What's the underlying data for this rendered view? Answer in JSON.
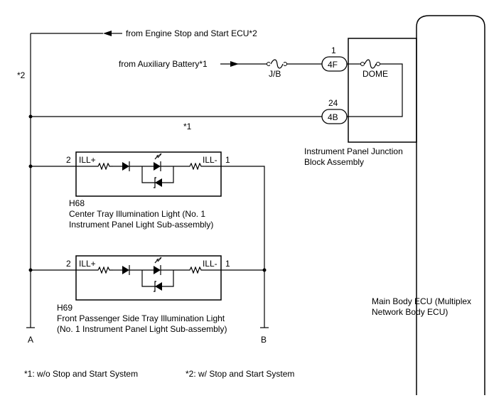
{
  "diagram": {
    "sources": {
      "engine_ecu": "from Engine Stop and Start ECU*2",
      "aux_battery": "from Auxiliary Battery*1"
    },
    "notes": {
      "left_top": "*2",
      "mid_wire": "*1"
    },
    "fuses": {
      "jb": "J/B",
      "dome": "DOME"
    },
    "connectors": {
      "c4f": {
        "pin": "1",
        "label": "4F"
      },
      "c4b": {
        "pin": "24",
        "label": "4B"
      }
    },
    "junction_block": {
      "line1": "Instrument Panel Junction",
      "line2": "Block Assembly"
    },
    "body_ecu": {
      "line1": "Main Body ECU (Multiplex",
      "line2": "Network Body ECU)"
    },
    "h68": {
      "code": "H68",
      "name1": "Center Tray Illumination Light (No. 1",
      "name2": "Instrument Panel Light Sub-assembly)",
      "pin_left": "2",
      "pin_right": "1",
      "term_left": "ILL+",
      "term_right": "ILL-"
    },
    "h69": {
      "code": "H69",
      "name1": "Front Passenger Side Tray Illumination Light",
      "name2": "(No. 1 Instrument Panel Light Sub-assembly)",
      "pin_left": "2",
      "pin_right": "1",
      "term_left": "ILL+",
      "term_right": "ILL-"
    },
    "ground_labels": {
      "a": "A",
      "b": "B"
    },
    "footnotes": {
      "n1": "*1: w/o Stop and Start System",
      "n2": "*2: w/ Stop and Start System"
    }
  }
}
